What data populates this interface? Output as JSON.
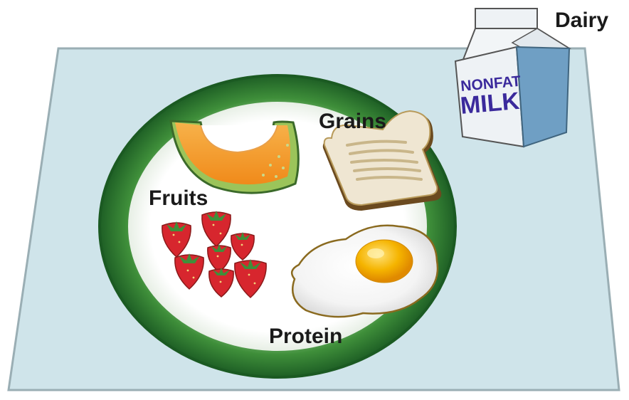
{
  "labels": {
    "dairy": "Dairy",
    "grains": "Grains",
    "fruits": "Fruits",
    "protein": "Protein"
  },
  "carton": {
    "line1": "NONFAT",
    "line2": "MILK"
  },
  "colors": {
    "placemat": "#cfe4ea",
    "plate_rim": "#2e7d32",
    "plate_center": "#ffffff",
    "carton_face": "#e8eef2",
    "carton_side": "#6f9fc4",
    "carton_text": "#3b2a9c",
    "cantaloupe": "#f5a623",
    "strawberry": "#d7262e",
    "toast_crust": "#7a5a2b",
    "egg_yolk": "#f5b400"
  }
}
